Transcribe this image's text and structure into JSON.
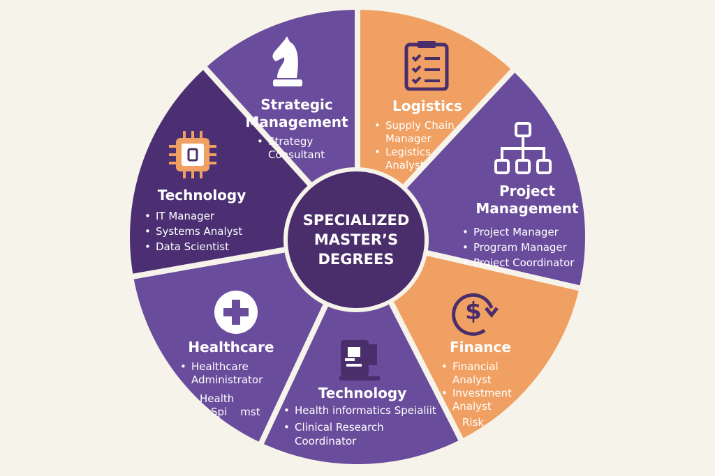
{
  "center": {
    "line1": "SPECIALIZED",
    "line2": "MASTER’S",
    "line3": "DEGREES"
  },
  "colors": {
    "purple": "#6a4c9c",
    "dark_purple": "#4b2f72",
    "orange": "#f0a062",
    "background": "#f6f3ea"
  },
  "segments": {
    "strategic": {
      "title1": "Strategic",
      "title2": "Management",
      "items": [
        "Strategy Consultant"
      ],
      "icon": "chess-knight-icon"
    },
    "logistics": {
      "title": "Logistics",
      "items": [
        "Supply Chain Manager",
        "Legistics Analyst"
      ],
      "icon": "clipboard-checklist-icon"
    },
    "project": {
      "title1": "Project",
      "title2": "Management",
      "items": [
        "Project Manager",
        "Program Manager",
        "Project Coordinator"
      ],
      "icon": "org-chart-icon"
    },
    "finance": {
      "title": "Finance",
      "items": [
        "Financial Analyst",
        "Investment Analyst",
        "Risk"
      ],
      "icon": "dollar-cycle-icon"
    },
    "tech_health": {
      "title": "Technology",
      "items": [
        "Health informatics Speialiit",
        "Clinical Research Coordinator"
      ],
      "icon": "document-device-icon"
    },
    "healthcare": {
      "title": "Healthcare",
      "items": [
        "Healthcare Administrator",
        "Health",
        "Spi    mst"
      ],
      "icon": "medical-cross-icon"
    },
    "technology": {
      "title": "Technology",
      "items": [
        "IT Manager",
        "Systems Analyst",
        "Data Scientist"
      ],
      "icon": "microchip-icon"
    }
  }
}
